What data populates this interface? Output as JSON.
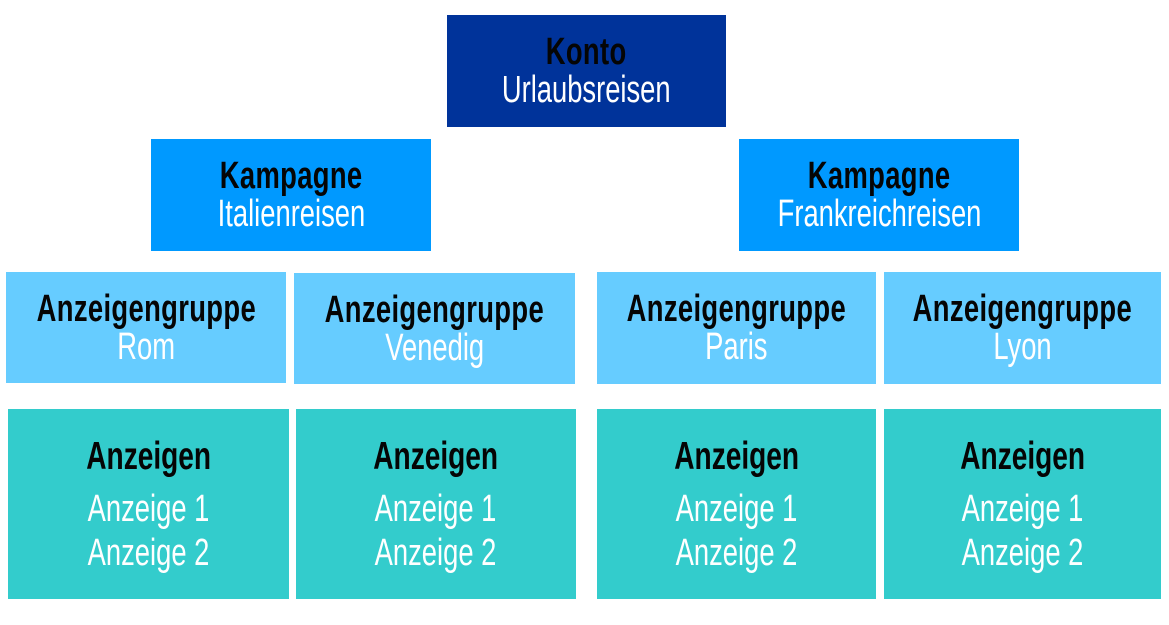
{
  "colors": {
    "konto": "#00339a",
    "kampagne": "#0099ff",
    "anzeigengruppe": "#66ccff",
    "anzeigen": "#33cccc",
    "title_text": "#050505",
    "sub_text": "#ffffff"
  },
  "konto": {
    "title": "Konto",
    "name": "Urlaubsreisen"
  },
  "kampagnen": [
    {
      "title": "Kampagne",
      "name": "Italienreisen",
      "anzeigengruppen": [
        {
          "title": "Anzeigengruppe",
          "name": "Rom",
          "anzeigen": {
            "title": "Anzeigen",
            "items": [
              "Anzeige 1",
              "Anzeige 2"
            ]
          }
        },
        {
          "title": "Anzeigengruppe",
          "name": "Venedig",
          "anzeigen": {
            "title": "Anzeigen",
            "items": [
              "Anzeige 1",
              "Anzeige 2"
            ]
          }
        }
      ]
    },
    {
      "title": "Kampagne",
      "name": "Frankreichreisen",
      "anzeigengruppen": [
        {
          "title": "Anzeigengruppe",
          "name": "Paris",
          "anzeigen": {
            "title": "Anzeigen",
            "items": [
              "Anzeige 1",
              "Anzeige 2"
            ]
          }
        },
        {
          "title": "Anzeigengruppe",
          "name": "Lyon",
          "anzeigen": {
            "title": "Anzeigen",
            "items": [
              "Anzeige 1",
              "Anzeige 2"
            ]
          }
        }
      ]
    }
  ]
}
